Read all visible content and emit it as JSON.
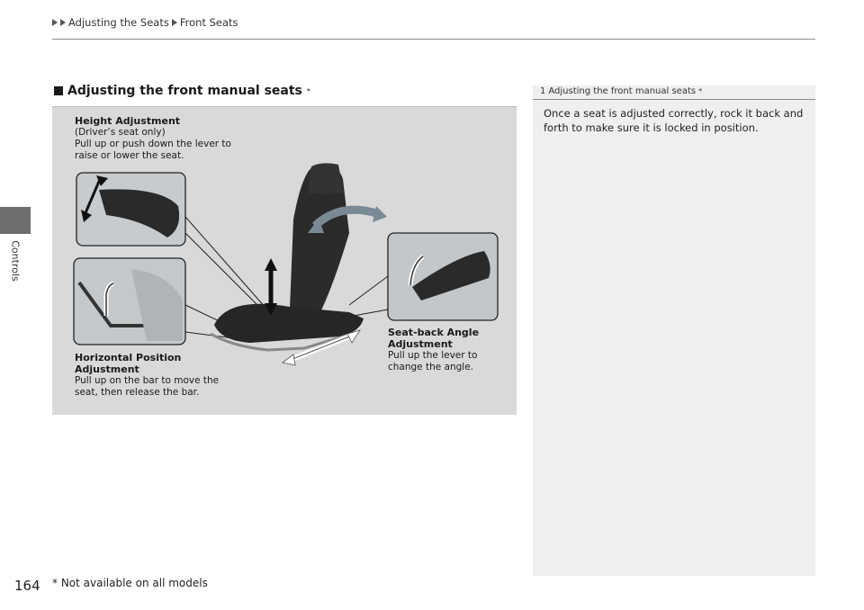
{
  "breadcrumb": {
    "item1": "Adjusting the Seats",
    "item2": "Front Seats"
  },
  "side_tab": {
    "label": "Controls"
  },
  "section": {
    "title": "Adjusting the front manual seats",
    "marker": "*"
  },
  "figure": {
    "height": {
      "title": "Height Adjustment",
      "subtitle": "(Driver’s seat only)",
      "line1": "Pull up or push down the lever to",
      "line2": "raise or lower the seat."
    },
    "horizontal": {
      "title1": "Horizontal Position",
      "title2": "Adjustment",
      "line1": "Pull up on the bar to move the",
      "line2": "seat, then release the bar."
    },
    "seatback": {
      "title1": "Seat-back Angle",
      "title2": "Adjustment",
      "line1": "Pull up the lever to",
      "line2": "change the angle."
    }
  },
  "note": {
    "number": "1",
    "title": "Adjusting the front manual seats",
    "marker": "*",
    "body": "Once a seat is adjusted correctly, rock it back and forth to make sure it is locked in position."
  },
  "footer": {
    "page_number": "164",
    "footnote": "* Not available on all models"
  }
}
